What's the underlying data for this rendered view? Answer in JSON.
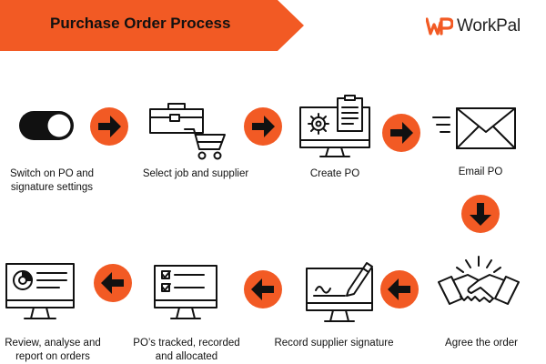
{
  "header": {
    "title": "Purchase Order Process",
    "brand_color": "#f25a24",
    "logo_text": "WorkPal"
  },
  "steps": [
    {
      "label": "Switch on PO and signature settings",
      "icon": "toggle-switch-icon"
    },
    {
      "label": "Select job and supplier",
      "icon": "toolbox-cart-icon"
    },
    {
      "label": "Create PO",
      "icon": "monitor-gear-document-icon"
    },
    {
      "label": "Email PO",
      "icon": "envelope-icon"
    },
    {
      "label": "Agree the order",
      "icon": "handshake-icon"
    },
    {
      "label": "Record supplier signature",
      "icon": "monitor-signature-icon"
    },
    {
      "label": "PO’s tracked, recorded and allocated",
      "icon": "monitor-checklist-icon"
    },
    {
      "label": "Review, analyse and report on orders",
      "icon": "monitor-dashboard-icon"
    }
  ],
  "arrows": [
    {
      "direction": "right",
      "icon": "arrow-right-icon"
    },
    {
      "direction": "right",
      "icon": "arrow-right-icon"
    },
    {
      "direction": "right",
      "icon": "arrow-right-icon"
    },
    {
      "direction": "down",
      "icon": "arrow-down-icon"
    },
    {
      "direction": "left",
      "icon": "arrow-left-icon"
    },
    {
      "direction": "left",
      "icon": "arrow-left-icon"
    },
    {
      "direction": "left",
      "icon": "arrow-left-icon"
    }
  ]
}
